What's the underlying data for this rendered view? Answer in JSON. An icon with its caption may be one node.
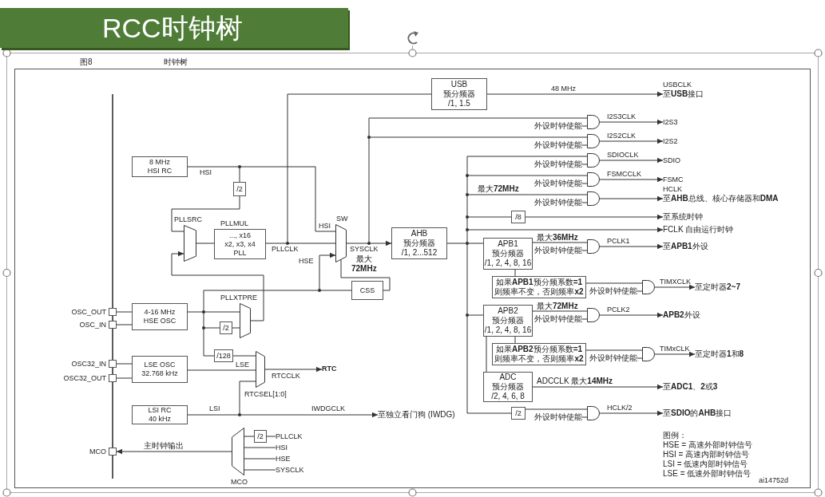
{
  "diagram": {
    "title": "RCC时钟树",
    "nodes": [
      {
        "text": [
          "USB",
          "预分频器",
          "/1, 1.5"
        ]
      },
      {
        "text": [
          "USBCLK",
          "至**USB**接口"
        ]
      },
      {
        "text": [],
        "shape": "gate"
      },
      {
        "text": [
          "I2S3"
        ]
      },
      {
        "text": [
          "外设时钟使能"
        ]
      },
      {
        "text": [],
        "shape": "gate"
      },
      {
        "text": [
          "I2S2"
        ]
      },
      {
        "text": [
          "外设时钟使能"
        ]
      },
      {
        "text": [
          "8 MHz HSI RC"
        ]
      },
      {
        "text": [],
        "shape": "gate"
      },
      {
        "text": [
          "SDIO"
        ]
      },
      {
        "text": [
          "外设时钟使能"
        ]
      },
      {
        "text": [],
        "shape": "gate"
      },
      {
        "text": [
          "FSMC"
        ]
      },
      {
        "text": [
          "外设时钟使能"
        ]
      },
      {
        "text": [
          "/2"
        ]
      },
      {
        "text": [],
        "shape": "gate"
      },
      {
        "text": [
          "HCLK",
          "至**AHB**总线、核心存储器和**DMA**"
        ]
      },
      {
        "text": [
          "外设时钟使能"
        ]
      },
      {
        "text": [
          "/8"
        ]
      },
      {
        "text": [
          "至系统时钟"
        ]
      },
      {
        "text": [
          "FCLK 自由运行时钟"
        ]
      },
      {
        "text": [
          "PLLSRC"
        ]
      },
      {
        "text": [
          "PLLMUL",
          "..., x16",
          "x2, x3, x4",
          "PLL"
        ]
      },
      {
        "text": [
          "SW"
        ]
      },
      {
        "text": [
          "AHB",
          "预分频器",
          "/1, 2...512"
        ]
      },
      {
        "text": [
          "APB1",
          "预分频器",
          "/1, 2, 4, 8, 16"
        ]
      },
      {
        "text": [],
        "shape": "gate"
      },
      {
        "text": [
          "外设时钟使能"
        ]
      },
      {
        "text": [
          "如果**APB1**预分频系数**=1** 则频率不变，否则频率**x2**"
        ]
      },
      {
        "text": [],
        "shape": "gate"
      },
      {
        "text": [
          "外设时钟使能"
        ]
      },
      {
        "text": [
          "CSS"
        ]
      },
      {
        "text": [
          "APB2",
          "预分频器",
          "/1, 2, 4, 8, 16"
        ]
      },
      {
        "text": [],
        "shape": "gate"
      },
      {
        "text": [
          "外设时钟使能"
        ]
      },
      {
        "text": [
          "PLLXTPRE"
        ]
      },
      {
        "text": [],
        "shape": "box",
        "beside": [
          "OSC_OUT"
        ]
      },
      {
        "text": [
          "4-16 MHz HSE OSC"
        ]
      },
      {
        "text": [
          "/2"
        ]
      },
      {
        "text": [],
        "shape": "box",
        "beside": [
          "OSC_IN"
        ]
      },
      {
        "text": [
          "如果**APB2**预分频系数**=1** 则频率不变，否则频率**x2**"
        ]
      },
      {
        "text": [],
        "shape": "gate"
      },
      {
        "text": [
          "外设时钟使能"
        ]
      },
      {
        "text": [
          "/128"
        ]
      },
      {
        "text": [
          "ADC",
          "预分频器",
          "/2, 4, 6, 8"
        ]
      },
      {
        "text": [
          "RTCSEL[1:0]"
        ]
      },
      {
        "text": [
          "RTC"
        ]
      },
      {
        "text": [],
        "shape": "box",
        "beside": [
          "OSC32_IN"
        ]
      },
      {
        "text": [
          "LSE OSC 32.768 kHz"
        ]
      },
      {
        "text": [],
        "shape": "box",
        "beside": [
          "OSC32_OUT"
        ]
      },
      {
        "text": [
          "/2"
        ]
      },
      {
        "text": [],
        "shape": "gate"
      },
      {
        "text": [
          "外设时钟使能"
        ]
      },
      {
        "text": [
          "LSI RC 40 kHz"
        ]
      },
      {
        "text": [
          "MCO"
        ]
      },
      {
        "text": [
          "/2"
        ]
      },
      {
        "text": [
          "PLLCLK"
        ]
      },
      {
        "text": [
          "HSI"
        ]
      },
      {
        "text": [
          "HSE"
        ]
      },
      {
        "text": [
          "SYSCLK"
        ]
      },
      {
        "text": [],
        "shape": "box",
        "beside": [
          "MCO"
        ]
      },
      {
        "text": [
          "至**APB1**外设"
        ]
      },
      {
        "text": [
          "至定时器**2~7**"
        ]
      },
      {
        "text": [
          "**APB2**外设"
        ]
      },
      {
        "text": [
          "至定时器**1**和**8**"
        ]
      },
      {
        "text": [
          "至**ADC1**、**2**或**3**"
        ]
      },
      {
        "text": [
          "至**SDIO**的**AHB**接口"
        ]
      },
      {
        "text": [
          "至独立看门狗 (IWDG)"
        ]
      }
    ],
    "edges": [
      {
        "from": 23,
        "to": 0,
        "arrow": "none"
      },
      {
        "from": 0,
        "to": 1,
        "arrow": "to",
        "label": "48 MHz"
      },
      {
        "from": 24,
        "to": 2,
        "arrow": "none"
      },
      {
        "from": 4,
        "to": 2,
        "arrow": "none"
      },
      {
        "from": 2,
        "to": 3,
        "arrow": "to",
        "label": "I2S3CLK"
      },
      {
        "from": 24,
        "to": 5,
        "arrow": "none"
      },
      {
        "from": 7,
        "to": 5,
        "arrow": "none"
      },
      {
        "from": 5,
        "to": 6,
        "arrow": "to",
        "label": "I2S2CLK"
      },
      {
        "from": 8,
        "to": 24,
        "arrow": "none",
        "label": "HSI"
      },
      {
        "from": 8,
        "to": 15,
        "arrow": "none",
        "label": "HSI"
      },
      {
        "from": 15,
        "to": 22,
        "arrow": "none"
      },
      {
        "from": 22,
        "to": 23,
        "arrow": "none"
      },
      {
        "from": 23,
        "to": 24,
        "arrow": "none",
        "label": "PLLCLK"
      },
      {
        "from": 24,
        "to": 25,
        "arrow": "to",
        "label": "SYSCLK"
      },
      {
        "from": 25,
        "to": 9,
        "arrow": "none"
      },
      {
        "from": 11,
        "to": 9,
        "arrow": "none"
      },
      {
        "from": 9,
        "to": 10,
        "arrow": "to",
        "label": "SDIOCLK"
      },
      {
        "from": 25,
        "to": 12,
        "arrow": "none"
      },
      {
        "from": 14,
        "to": 12,
        "arrow": "none"
      },
      {
        "from": 12,
        "to": 13,
        "arrow": "to",
        "label": "FSMCCLK"
      },
      {
        "from": 25,
        "to": 16,
        "arrow": "none",
        "label": "最大**72MHz**"
      },
      {
        "from": 18,
        "to": 16,
        "arrow": "none"
      },
      {
        "from": 16,
        "to": 17,
        "arrow": "to"
      },
      {
        "from": 25,
        "to": 19,
        "arrow": "none"
      },
      {
        "from": 19,
        "to": 20,
        "arrow": "to"
      },
      {
        "from": 25,
        "to": 21,
        "arrow": "to"
      },
      {
        "from": 25,
        "to": 26,
        "arrow": "none"
      },
      {
        "from": 26,
        "to": 27,
        "arrow": "none",
        "label": "最大**36MHz**"
      },
      {
        "from": 28,
        "to": 27,
        "arrow": "none"
      },
      {
        "from": 27,
        "to": 62,
        "arrow": "to",
        "label": "PCLK1"
      },
      {
        "from": 26,
        "to": 29,
        "arrow": "none"
      },
      {
        "from": 29,
        "to": 30,
        "arrow": "none"
      },
      {
        "from": 31,
        "to": 30,
        "arrow": "none"
      },
      {
        "from": 30,
        "to": 63,
        "arrow": "to",
        "label": "TIMXCLK"
      },
      {
        "from": 25,
        "to": 33,
        "arrow": "none"
      },
      {
        "from": 33,
        "to": 34,
        "arrow": "none",
        "label": "最大**72MHz**"
      },
      {
        "from": 35,
        "to": 34,
        "arrow": "none"
      },
      {
        "from": 34,
        "to": 64,
        "arrow": "to",
        "label": "PCLK2"
      },
      {
        "from": 33,
        "to": 41,
        "arrow": "none"
      },
      {
        "from": 41,
        "to": 42,
        "arrow": "none"
      },
      {
        "from": 43,
        "to": 42,
        "arrow": "none"
      },
      {
        "from": 42,
        "to": 65,
        "arrow": "to",
        "label": "TIMxCLK"
      },
      {
        "from": 33,
        "to": 45,
        "arrow": "none"
      },
      {
        "from": 45,
        "to": 66,
        "arrow": "to",
        "label": "ADCCLK 最大**14MHz**"
      },
      {
        "from": 25,
        "to": 51,
        "arrow": "none"
      },
      {
        "from": 51,
        "to": 52,
        "arrow": "none"
      },
      {
        "from": 53,
        "to": 52,
        "arrow": "none"
      },
      {
        "from": 52,
        "to": 67,
        "arrow": "to",
        "label": "HCLK/2"
      },
      {
        "from": 38,
        "to": 32,
        "arrow": "none"
      },
      {
        "from": 38,
        "to": 24,
        "arrow": "to",
        "label": "HSE"
      },
      {
        "from": 32,
        "to": 24,
        "arrow": "none"
      },
      {
        "from": 38,
        "to": 36,
        "arrow": "none"
      },
      {
        "from": 38,
        "to": 39,
        "arrow": "none"
      },
      {
        "from": 39,
        "to": 36,
        "arrow": "none"
      },
      {
        "from": 36,
        "to": 22,
        "arrow": "to"
      },
      {
        "from": 38,
        "to": 44,
        "arrow": "none"
      },
      {
        "from": 44,
        "to": 46,
        "arrow": "none"
      },
      {
        "from": 49,
        "to": 46,
        "arrow": "none",
        "label": "LSE"
      },
      {
        "from": 54,
        "to": 46,
        "arrow": "none",
        "label": "LSI"
      },
      {
        "from": 54,
        "to": 68,
        "arrow": "to",
        "label": "IWDGCLK"
      },
      {
        "from": 46,
        "to": 47,
        "arrow": "to",
        "label": "RTCCLK"
      },
      {
        "from": 37,
        "to": 38,
        "arrow": "none"
      },
      {
        "from": 40,
        "to": 38,
        "arrow": "none"
      },
      {
        "from": 48,
        "to": 49,
        "arrow": "none"
      },
      {
        "from": 50,
        "to": 49,
        "arrow": "none"
      },
      {
        "from": 57,
        "to": 56,
        "arrow": "none"
      },
      {
        "from": 56,
        "to": 55,
        "arrow": "none"
      },
      {
        "from": 58,
        "to": 55,
        "arrow": "none"
      },
      {
        "from": 59,
        "to": 55,
        "arrow": "none"
      },
      {
        "from": 60,
        "to": 55,
        "arrow": "none"
      },
      {
        "from": 55,
        "to": 61,
        "arrow": "to",
        "label": "主时钟输出"
      }
    ],
    "labels": [
      "图8",
      "时钟树",
      "最大 **72MHz**",
      "图例：",
      "HSE = 高速外部时钟信号",
      "HSI = 高速内部时钟信号",
      "LSI = 低速内部时钟信号",
      "LSE = 低速外部时钟信号",
      "ai14752d"
    ]
  }
}
